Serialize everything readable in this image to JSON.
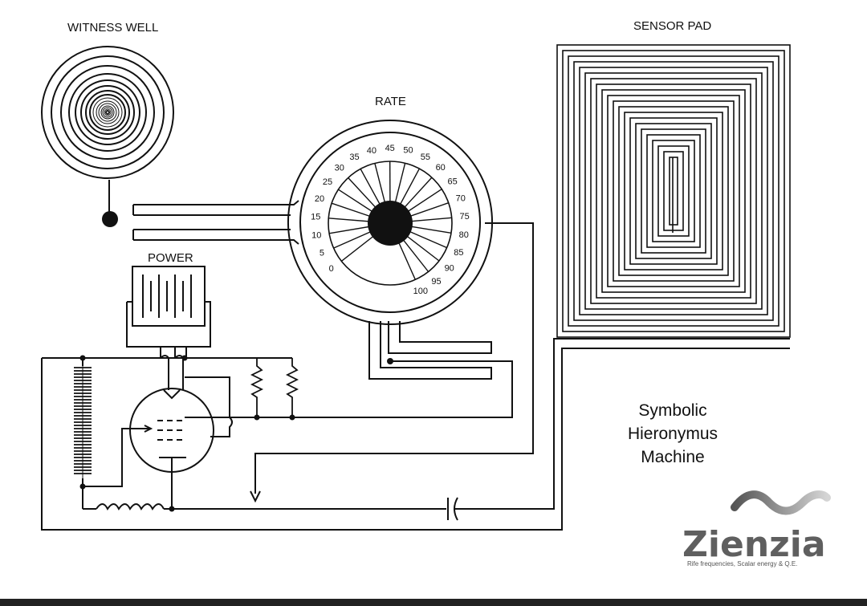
{
  "labels": {
    "witness_well": "WITNESS WELL",
    "sensor_pad": "SENSOR PAD",
    "rate": "RATE",
    "power": "POWER"
  },
  "title_lines": [
    "Symbolic",
    "Hieronymus",
    "Machine"
  ],
  "rate_dial_ticks": [
    "0",
    "5",
    "10",
    "15",
    "20",
    "25",
    "30",
    "35",
    "40",
    "45",
    "50",
    "55",
    "60",
    "65",
    "70",
    "75",
    "80",
    "85",
    "90",
    "95",
    "100"
  ],
  "brand": {
    "name": "Zienzia",
    "tagline": "Rife frequencies, Scalar energy & Q.E."
  },
  "colors": {
    "line": "#111111",
    "background": "#ffffff",
    "brand_gray": "#5f5f5f",
    "wave_gradient": [
      "#555555",
      "#d5d5d5"
    ]
  }
}
